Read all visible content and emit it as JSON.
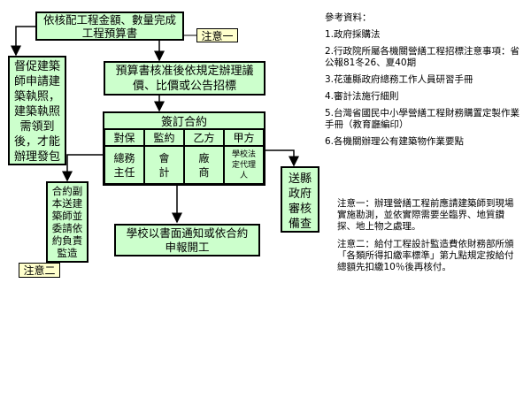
{
  "boxes": {
    "budget": [
      "依核配工程金額、數量完成",
      "工程預算書"
    ],
    "license": "督促建築師申請建築執照，建築執照需領到後，才能辦理發包",
    "review": [
      "預算書核准後依規定辦理議",
      "價、比價或公告招標"
    ],
    "contract_title": "簽訂合約",
    "contract_cols": [
      {
        "header": "對保",
        "body": [
          "總務",
          "主任"
        ]
      },
      {
        "header": "監約",
        "body": [
          "會",
          "計"
        ]
      },
      {
        "header": "乙方",
        "body": [
          "廠",
          "商"
        ]
      },
      {
        "header": "甲方",
        "body": [
          "學校法",
          "定代理",
          "人"
        ]
      }
    ],
    "contract_copy": "合約副本送建築師並委請依約負責監造",
    "county": "送縣政府審核備查",
    "start": [
      "學校以書面通知或依合約",
      "申報開工"
    ]
  },
  "notes": {
    "note1": "注意一",
    "note2": "注意二"
  },
  "references": {
    "heading": "參考資料：",
    "items": [
      "1.政府採購法",
      "2.行政院所屬各機關營繕工程招標注意事項：省公報81冬26、夏40期",
      "3.花蓮縣政府總務工作人員研習手冊",
      "4.審計法施行細則",
      "5.台灣省國民中小學營繕工程財務購置定製作業手冊（教育廳編印）",
      "6.各機關辦理公有建築物作業要點"
    ]
  },
  "remarks": [
    "注意一：辦理營繕工程前應請建築師到現場實施勘測，並依實際需要坐臨界、地質鑽探、地上物之處理。",
    "注意二：給付工程設計監造費依財務部所頒「各類所得扣繳率標準」第九點規定按給付總額先扣繳10％後再核付。"
  ]
}
